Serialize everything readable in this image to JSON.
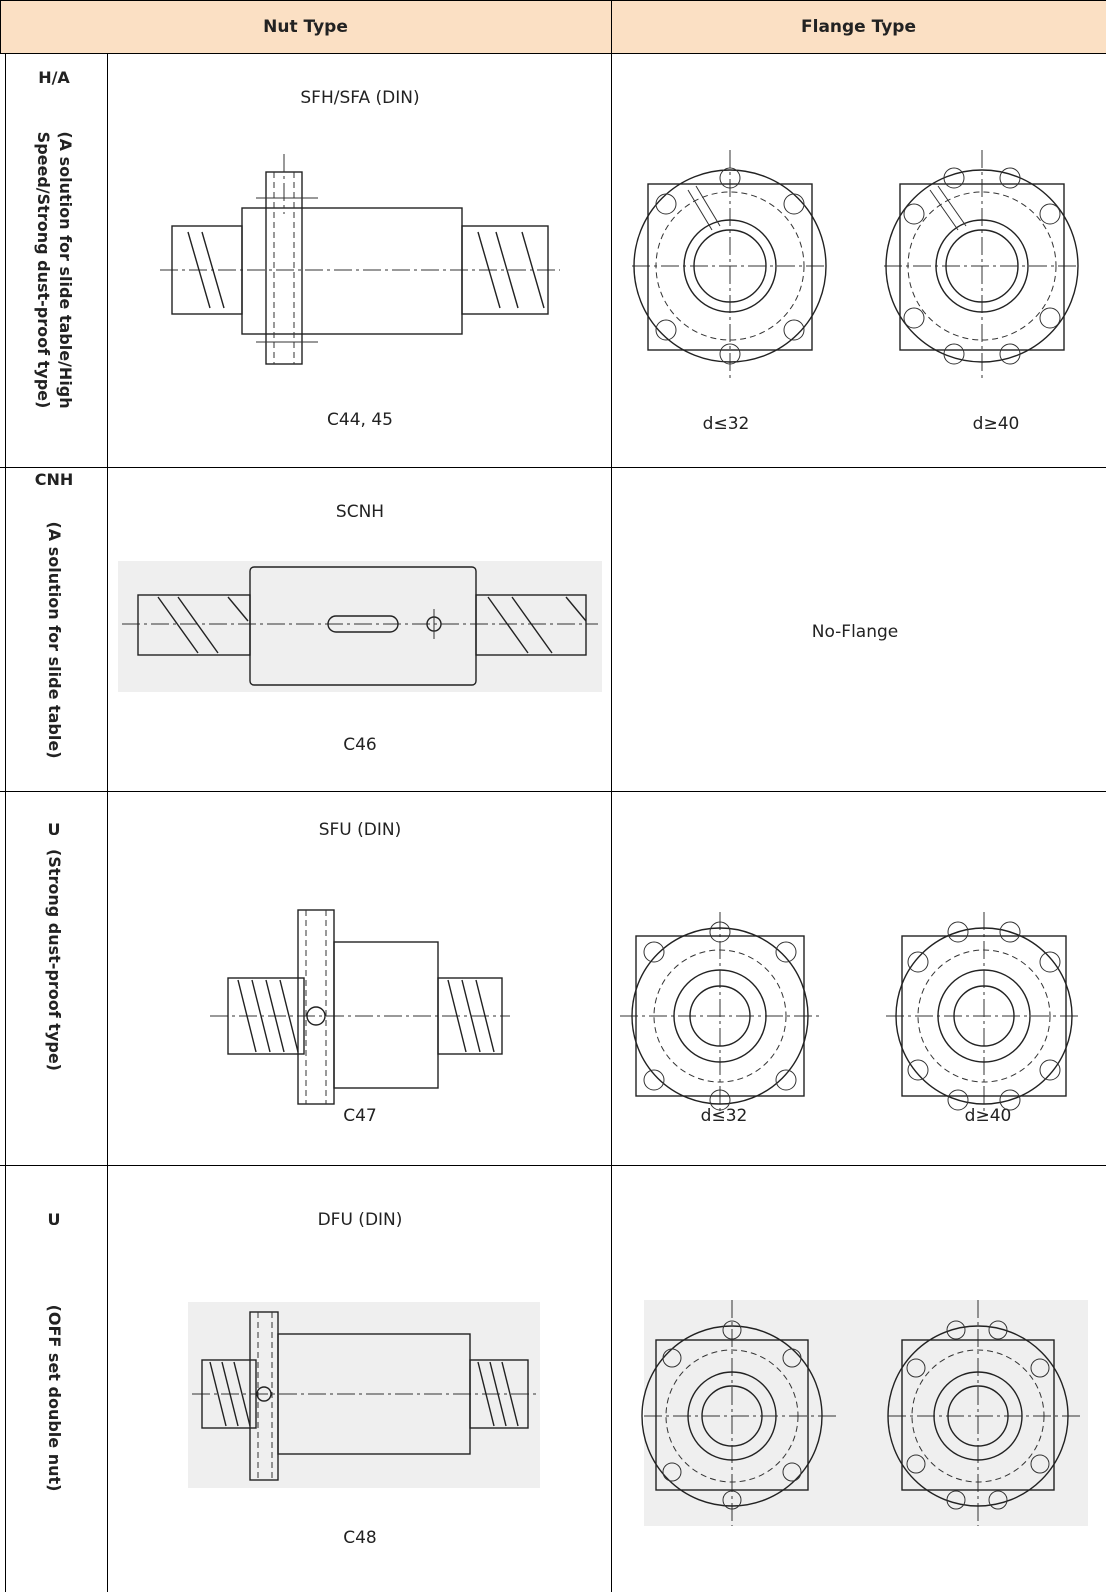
{
  "header": {
    "nut_type": "Nut Type",
    "flange_type": "Flange Type"
  },
  "rows": [
    {
      "code": "H/A",
      "desc": "(A solution for slide table/High Speed/Strong dust-proof type)",
      "model": "SFH/SFA  (DIN)",
      "page": "C44, 45",
      "flange": {
        "left": "d≤32",
        "right": "d≥40"
      }
    },
    {
      "code": "CNH",
      "desc": "(A solution for slide table)",
      "model": "SCNH",
      "page": "C46",
      "flange": {
        "none": "No-Flange"
      }
    },
    {
      "code": "U",
      "desc": "(Strong dust-proof type)",
      "model": "SFU (DIN)",
      "page": "C47",
      "flange": {
        "left": "d≤32",
        "right": "d≥40"
      }
    },
    {
      "code": "U",
      "desc": "(OFF set double nut)",
      "model": "DFU (DIN)",
      "page": "C48"
    }
  ]
}
